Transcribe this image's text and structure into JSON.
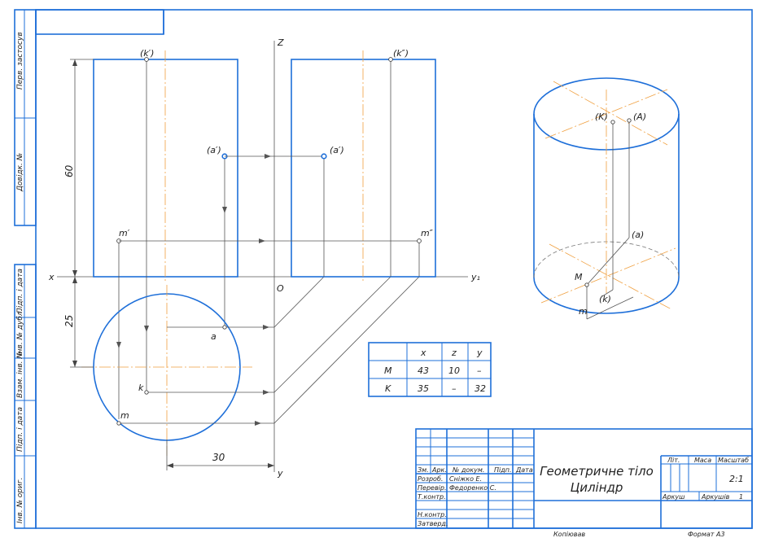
{
  "views": {
    "frontal": {
      "label_k2": "(k′)",
      "label_a2": "(a′)",
      "label_m2": "m′"
    },
    "profile": {
      "label_k3": "(k″)",
      "label_a3": "(a′)",
      "label_m3": "m″"
    },
    "top": {
      "label_a1": "a",
      "label_k1": "k",
      "label_m1": "m"
    },
    "axes": {
      "x": "x",
      "z": "Z",
      "y1": "y₁",
      "y": "y",
      "origin": "O"
    },
    "dimensions": {
      "height": "60",
      "offset": "25",
      "width": "30"
    }
  },
  "isometric": {
    "label_K": "(K)",
    "label_A": "(A)",
    "label_a": "(a)",
    "label_M": "M",
    "label_k": "(k)",
    "label_m": "m"
  },
  "coord_table": {
    "headers": [
      "",
      "x",
      "z",
      "y"
    ],
    "rows": [
      [
        "M",
        "43",
        "10",
        "–"
      ],
      [
        "K",
        "35",
        "–",
        "32"
      ]
    ]
  },
  "side_stamp": [
    "Перв. застосув",
    "Довідк. №",
    "Підп. і дата",
    "Інв. № дубл.",
    "Взам. інв. №",
    "Підп. і дата",
    "Інв. № ориг."
  ],
  "title_block": {
    "title_line1": "Геометричне тіло",
    "title_line2": "Циліндр",
    "col_headers": [
      "Зм.",
      "Арк.",
      "№ докум.",
      "Підп.",
      "Дата"
    ],
    "rows": [
      {
        "role": "Розроб.",
        "name": "Сніжко Е."
      },
      {
        "role": "Перевір.",
        "name": "Федоренко С."
      },
      {
        "role": "Т.контр.",
        "name": ""
      },
      {
        "role": "Н.контр.",
        "name": ""
      },
      {
        "role": "Затверд.",
        "name": ""
      }
    ],
    "lit": "Літ.",
    "mass": "Маса",
    "scale_label": "Масштаб",
    "scale": "2:1",
    "sheet": "Аркуш",
    "sheets": "Аркушів",
    "sheets_count": "1",
    "copied": "Копіював",
    "format_label": "Формат",
    "format": "А3"
  }
}
